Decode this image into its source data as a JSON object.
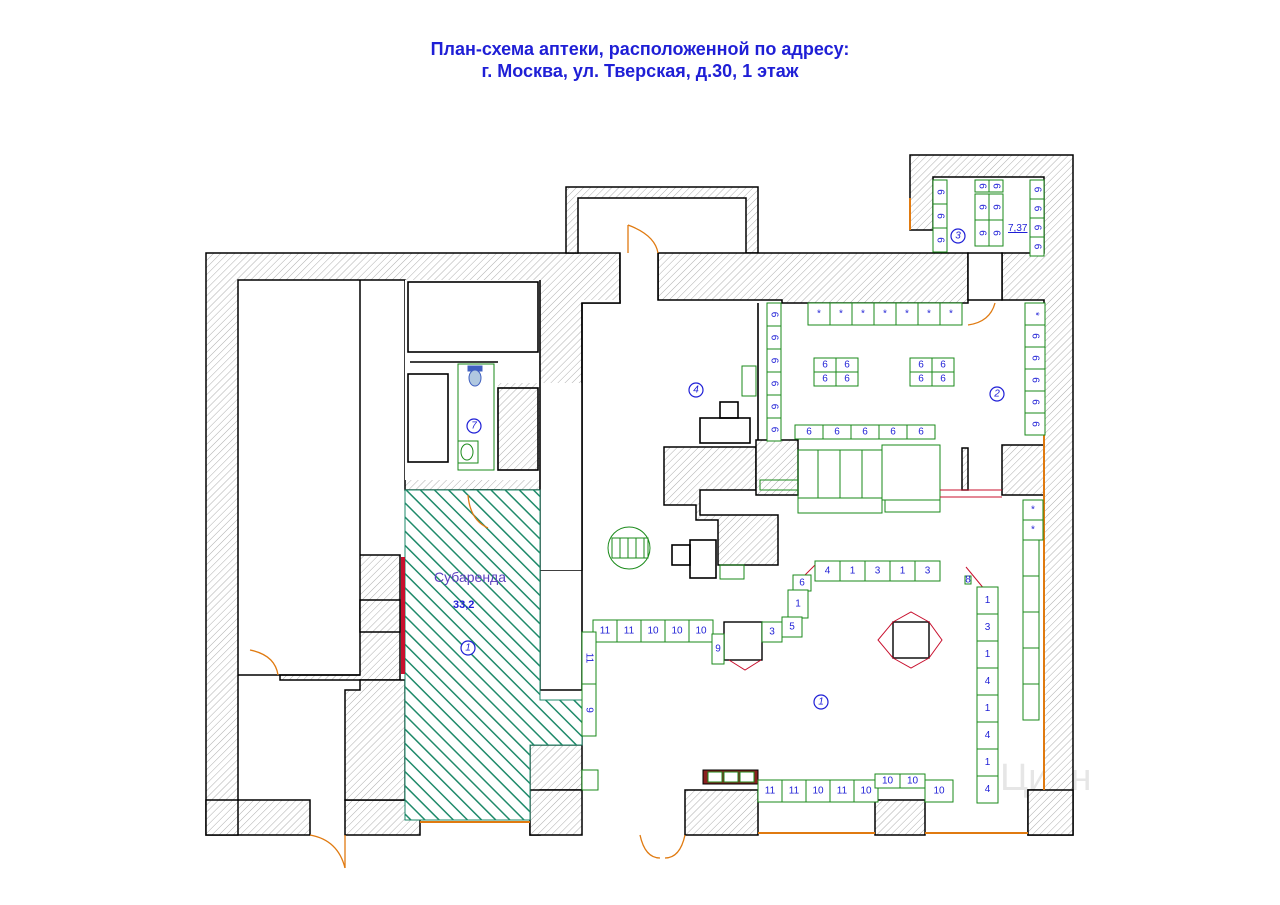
{
  "title": {
    "line1": "План-схема аптеки, расположенной по адресу:",
    "line2": "г. Москва, ул. Тверская, д.30, 1 этаж"
  },
  "colors": {
    "wall": "#000000",
    "hatch": "#888888",
    "fixture": "#1a8a1a",
    "sublease_hatch": "#1f8a6a",
    "label": "#1f1fd6",
    "door": "#e07a10",
    "window": "#e07a10",
    "red_wall": "#c8102e"
  },
  "sublease": {
    "label": "Субаренда",
    "area": "33,2"
  },
  "rooms": [
    {
      "id": "room-1",
      "number": "1"
    },
    {
      "id": "room-2",
      "number": "2"
    },
    {
      "id": "room-3",
      "number": "3"
    },
    {
      "id": "room-4",
      "number": "4"
    },
    {
      "id": "room-7",
      "number": "7"
    },
    {
      "id": "room-sub",
      "number": "1"
    }
  ],
  "room3_area": "7,37",
  "fixture_labels": {
    "room3": [
      "6",
      "6",
      "6",
      "6",
      "6",
      "6",
      "6",
      "6",
      "6",
      "6",
      "6",
      "6",
      "6"
    ],
    "room2_left": [
      "6",
      "6",
      "6",
      "6",
      "6",
      "6"
    ],
    "room2_top_stars": [
      "*",
      "*",
      "*",
      "*",
      "*",
      "*",
      "*"
    ],
    "room2_right": [
      "*",
      "6",
      "6",
      "6",
      "6",
      "6"
    ],
    "room2_island_a": [
      "6",
      "6",
      "6",
      "6"
    ],
    "room2_island_b": [
      "6",
      "6",
      "6",
      "6"
    ],
    "room2_bottom": [
      "6",
      "6",
      "6",
      "6",
      "6"
    ],
    "hall_top": [
      "4",
      "1",
      "3",
      "1",
      "3"
    ],
    "hall_diag": [
      "6",
      "1",
      "3",
      "5"
    ],
    "hall_left": [
      "11",
      "11",
      "10",
      "10",
      "10",
      "9"
    ],
    "hall_left_v": [
      "11",
      "9"
    ],
    "hall_right": [
      "1",
      "3",
      "1",
      "4",
      "1",
      "4",
      "1",
      "4"
    ],
    "hall_bottom_a": [
      "11",
      "11",
      "10",
      "11",
      "10"
    ],
    "hall_bottom_b": [
      "10",
      "10"
    ],
    "hall_bottom_c": [
      "10"
    ],
    "hall_right_stars": [
      "*",
      "*"
    ],
    "small_8": "8"
  },
  "watermark": "Циан"
}
